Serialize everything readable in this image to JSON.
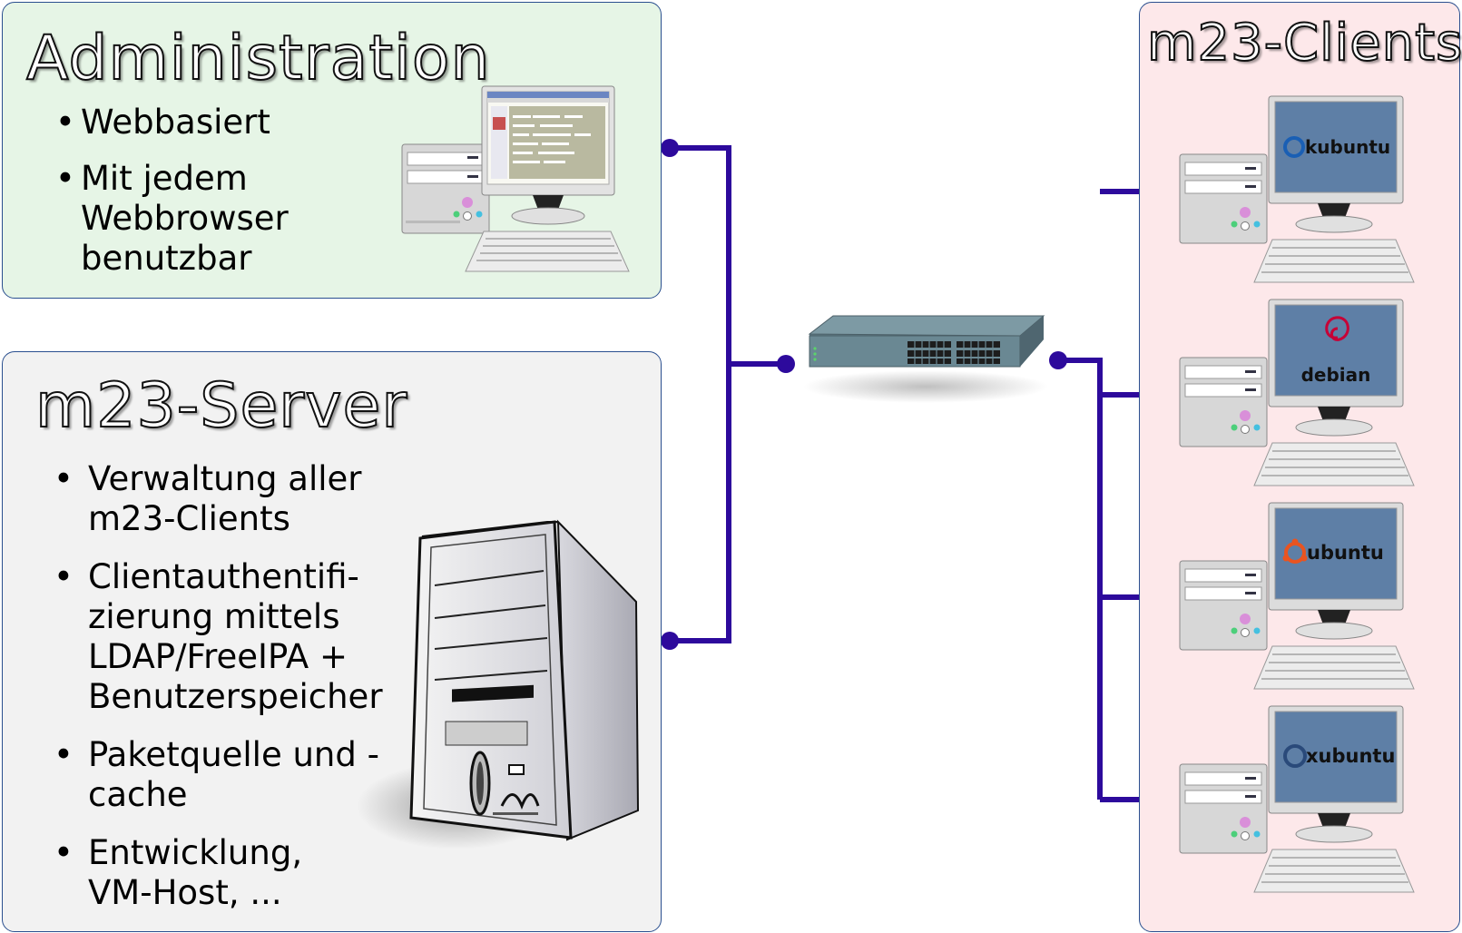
{
  "colors": {
    "admin_bg": "#e6f5e6",
    "server_bg": "#f2f2f2",
    "clients_bg": "#fde8ea",
    "border": "#2a4f8f",
    "wire": "#2d0a9c"
  },
  "admin": {
    "title": "Administration",
    "bullets": [
      "Webbasiert",
      "Mit jedem\nWebbrowser\nbenutzbar"
    ]
  },
  "server": {
    "title": "m23-Server",
    "bullets": [
      "Verwaltung aller\nm23-Clients",
      "Clientauthentifi-\nzierung mittels\nLDAP/FreeIPA +\nBenutzerspeicher",
      "Paketquelle und -\ncache",
      "Entwicklung,\nVM-Host, ..."
    ]
  },
  "clients": {
    "title": "m23-Clients",
    "distros": [
      "kubuntu",
      "debian",
      "ubuntu",
      "xubuntu"
    ]
  }
}
